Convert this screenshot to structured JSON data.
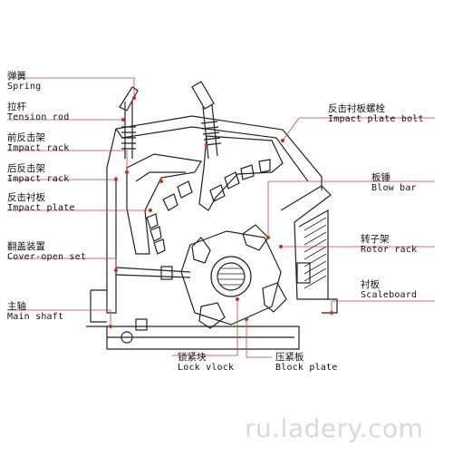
{
  "labels": {
    "spring": {
      "zh": "弹簧",
      "en": "Spring"
    },
    "tension_rod": {
      "zh": "拉杆",
      "en": "Tension rod"
    },
    "front_rack": {
      "zh": "前反击架",
      "en": "Impact rack"
    },
    "rear_rack": {
      "zh": "后反击架",
      "en": "Impact rack"
    },
    "impact_plate": {
      "zh": "反击衬板",
      "en": "Impact plate"
    },
    "cover_open": {
      "zh": "翻盖装置",
      "en": "Cover-open set"
    },
    "main_shaft": {
      "zh": "主轴",
      "en": "Main shaft"
    },
    "plate_bolt": {
      "zh": "反击衬板螺栓",
      "en": "Impact plate bolt"
    },
    "blow_bar": {
      "zh": "板锤",
      "en": "Blow bar"
    },
    "rotor_rack": {
      "zh": "转子架",
      "en": "Rotor rack"
    },
    "scaleboard": {
      "zh": "衬板",
      "en": "Scaleboard"
    },
    "lock_block": {
      "zh": "锁紧块",
      "en": "Lock vlock"
    },
    "block_plate": {
      "zh": "压紧板",
      "en": "Block plate"
    }
  },
  "watermark": "ru.ladery.com",
  "colors": {
    "leader": "#d04030",
    "line": "#222222",
    "dot": "#d03020"
  }
}
